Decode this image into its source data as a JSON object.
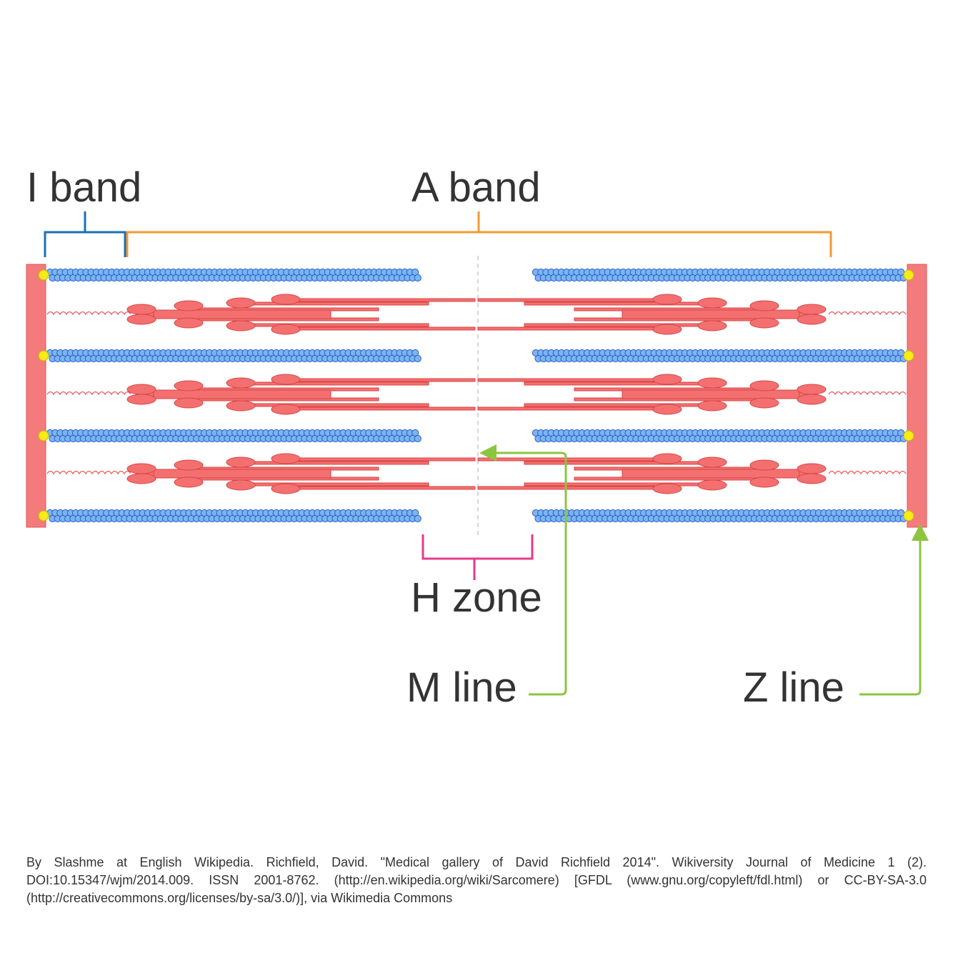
{
  "labels": {
    "i_band": "I band",
    "a_band": "A band",
    "h_zone": "H zone",
    "m_line": "M line",
    "z_line": "Z line"
  },
  "credit": "By Slashme at English Wikipedia. Richfield, David. \"Medical gallery of David Richfield 2014\". Wikiversity Journal of Medicine 1 (2). DOI:10.15347/wjm/2014.009. ISSN 2001-8762. (http://en.wikipedia.org/wiki/Sarcomere) [GFDL (www.gnu.org/copyleft/fdl.html) or CC-BY-SA-3.0 (http://creativecommons.org/licenses/by-sa/3.0/)], via Wikimedia Commons",
  "colors": {
    "i_band_bracket": "#1c6fb5",
    "a_band_bracket": "#f39a2e",
    "h_zone_bracket": "#e63a8a",
    "pointer_arrow": "#8cc540",
    "z_disc": "#f47b7b",
    "myosin": "#f47070",
    "actin_bead": "#7cb4ee",
    "actin_outline": "#2a5fd0",
    "anchor_dot": "#f5ea1a",
    "text": "#333333"
  }
}
